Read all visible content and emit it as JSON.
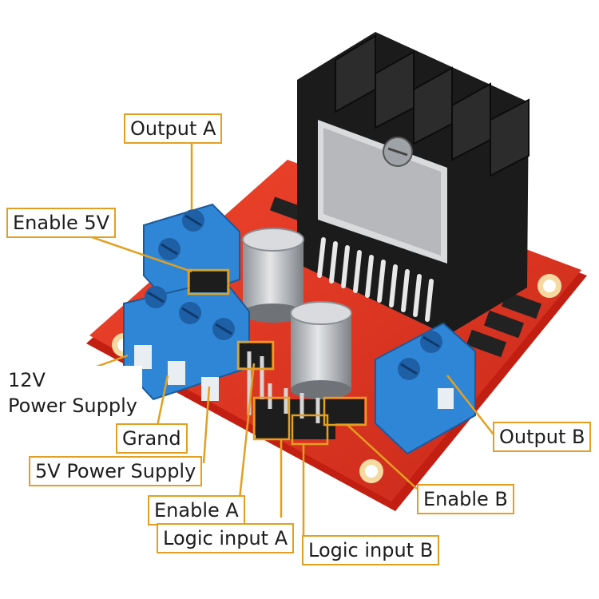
{
  "labels": {
    "output_a": "Output A",
    "enable_5v": "Enable 5V",
    "power_12v_line1": "12V",
    "power_12v_line2": "Power Supply",
    "grand": "Grand",
    "power_5v": "5V Power Supply",
    "enable_a": "Enable A",
    "logic_input_a": "Logic input A",
    "logic_input_b": "Logic input B",
    "enable_b": "Enable B",
    "output_b": "Output B"
  },
  "colors": {
    "label_border": "#e3a020",
    "leader_line": "#e3a020",
    "pcb": "#e0321e",
    "terminal_block": "#2f86d6",
    "heatsink": "#1b1b1b",
    "capacitor": "#b9bcc0"
  }
}
